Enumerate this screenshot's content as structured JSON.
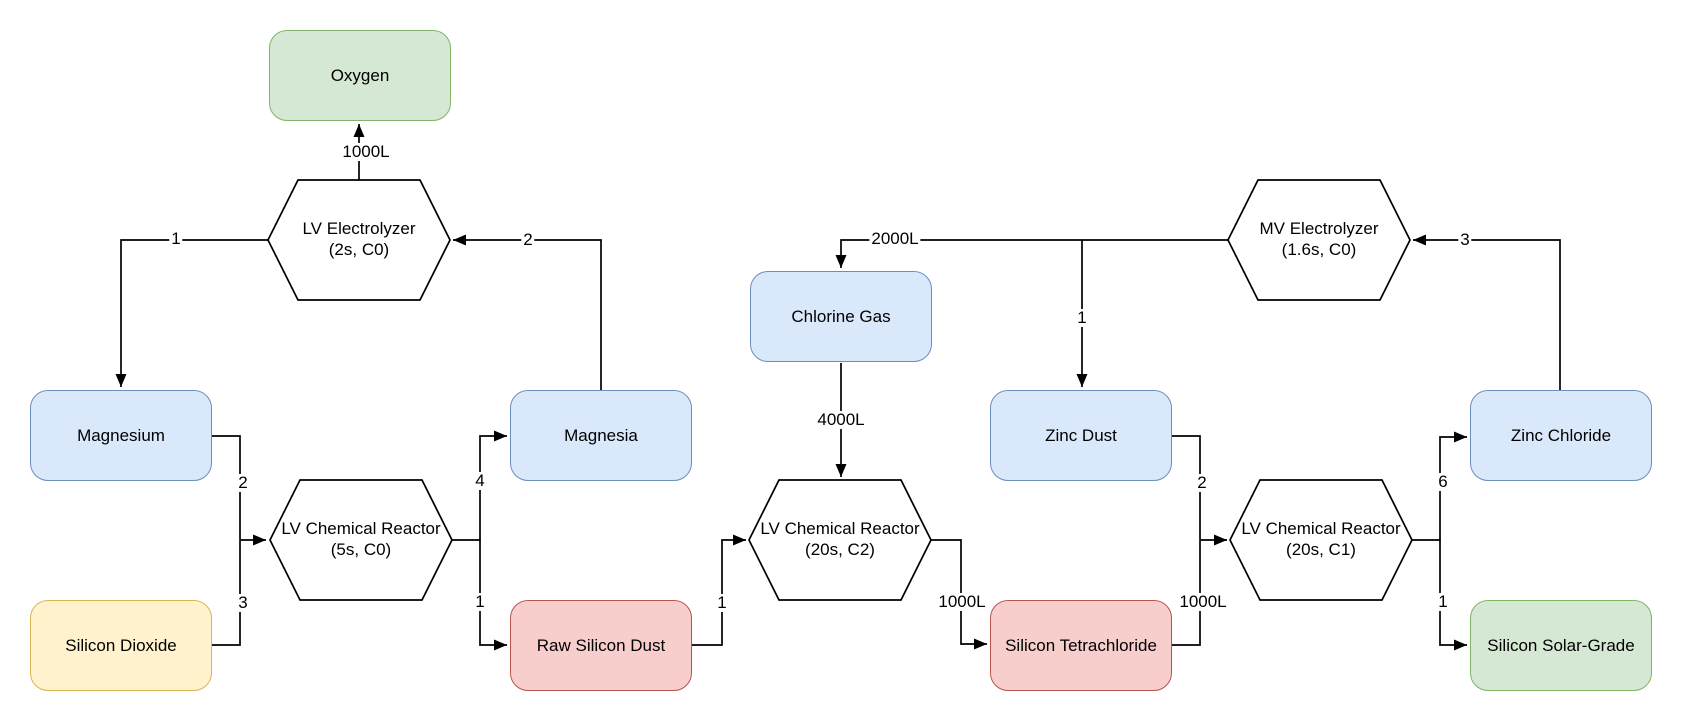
{
  "nodes": {
    "oxygen": {
      "label": "Oxygen",
      "color": "green"
    },
    "magnesium": {
      "label": "Magnesium",
      "color": "blue"
    },
    "silicon_dioxide": {
      "label": "Silicon Dioxide",
      "color": "yellow"
    },
    "magnesia": {
      "label": "Magnesia",
      "color": "blue"
    },
    "raw_silicon_dust": {
      "label": "Raw Silicon Dust",
      "color": "red"
    },
    "chlorine_gas": {
      "label": "Chlorine Gas",
      "color": "blue"
    },
    "zinc_dust": {
      "label": "Zinc Dust",
      "color": "blue"
    },
    "silicon_tetrachloride": {
      "label": "Silicon Tetrachloride",
      "color": "red"
    },
    "zinc_chloride": {
      "label": "Zinc Chloride",
      "color": "blue"
    },
    "silicon_solar_grade": {
      "label": "Silicon Solar-Grade",
      "color": "green"
    }
  },
  "machines": {
    "lv_electrolyzer": {
      "name": "LV Electrolyzer",
      "params": "(2s, C0)"
    },
    "lv_chemical_reactor_5s": {
      "name": "LV Chemical Reactor",
      "params": "(5s, C0)"
    },
    "lv_chemical_reactor_c2": {
      "name": "LV Chemical Reactor",
      "params": "(20s, C2)"
    },
    "lv_chemical_reactor_c1": {
      "name": "LV Chemical Reactor",
      "params": "(20s, C1)"
    },
    "mv_electrolyzer": {
      "name": "MV Electrolyzer",
      "params": "(1.6s, C0)"
    }
  },
  "edge_labels": {
    "electrolyzer_to_oxygen": "1000L",
    "electrolyzer_to_magnesium": "1",
    "magnesia_to_electrolyzer": "2",
    "magnesium_to_reactor": "2",
    "silicon_dioxide_to_reactor": "3",
    "reactor_to_magnesia": "4",
    "reactor_to_raw_silicon_dust": "1",
    "raw_silicon_dust_to_reactor": "1",
    "chlorine_to_reactor": "4000L",
    "mv_to_chlorine": "2000L",
    "mv_to_zinc_dust": "1",
    "reactor_to_silicon_tetrachloride": "1000L",
    "zinc_dust_to_reactor": "2",
    "silicon_tetrachloride_to_reactor": "1000L",
    "reactor_to_zinc_chloride": "6",
    "reactor_to_silicon_solar_grade": "1",
    "zinc_chloride_to_mv": "3"
  },
  "colors": {
    "item_blue_fill": "#dae8fc",
    "item_blue_stroke": "#6c8ebf",
    "item_green_fill": "#d5e8d4",
    "item_green_stroke": "#82b366",
    "item_yellow_fill": "#fff2cc",
    "item_yellow_stroke": "#d6b656",
    "item_red_fill": "#f8cecc",
    "item_red_stroke": "#b85450",
    "machine_fill": "#ffffff",
    "machine_stroke": "#000000",
    "edge_stroke": "#000000",
    "background": "#ffffff"
  }
}
